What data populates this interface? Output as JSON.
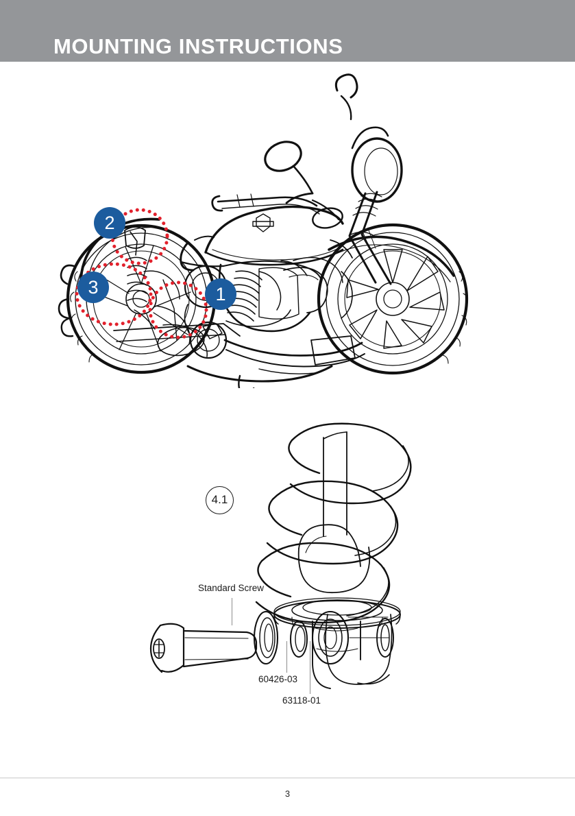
{
  "header": {
    "title": "MOUNTING INSTRUCTIONS",
    "band_color": "#949699",
    "title_color": "#ffffff"
  },
  "figures": {
    "bike": {
      "name": "motorcycle-side-view-line-drawing",
      "description": "Line drawing of a cruiser motorcycle viewed from the left side",
      "callouts": [
        {
          "id": "1",
          "label": "1",
          "color": "#1c5c9e",
          "text_color": "#ffffff"
        },
        {
          "id": "2",
          "label": "2",
          "color": "#1c5c9e",
          "text_color": "#ffffff"
        },
        {
          "id": "3",
          "label": "3",
          "color": "#1c5c9e",
          "text_color": "#ffffff"
        }
      ],
      "highlight_color": "#e2212c"
    },
    "shock": {
      "name": "rear-shock-absorber-exploded-view",
      "description": "Exploded line drawing of coil-over shock absorber with screw and washers",
      "step_marker": "4.1"
    }
  },
  "labels": {
    "standard_screw": "Standard Screw",
    "part_60426": "60426-03",
    "part_63118": "63118-01"
  },
  "footer": {
    "page_number": "3"
  }
}
